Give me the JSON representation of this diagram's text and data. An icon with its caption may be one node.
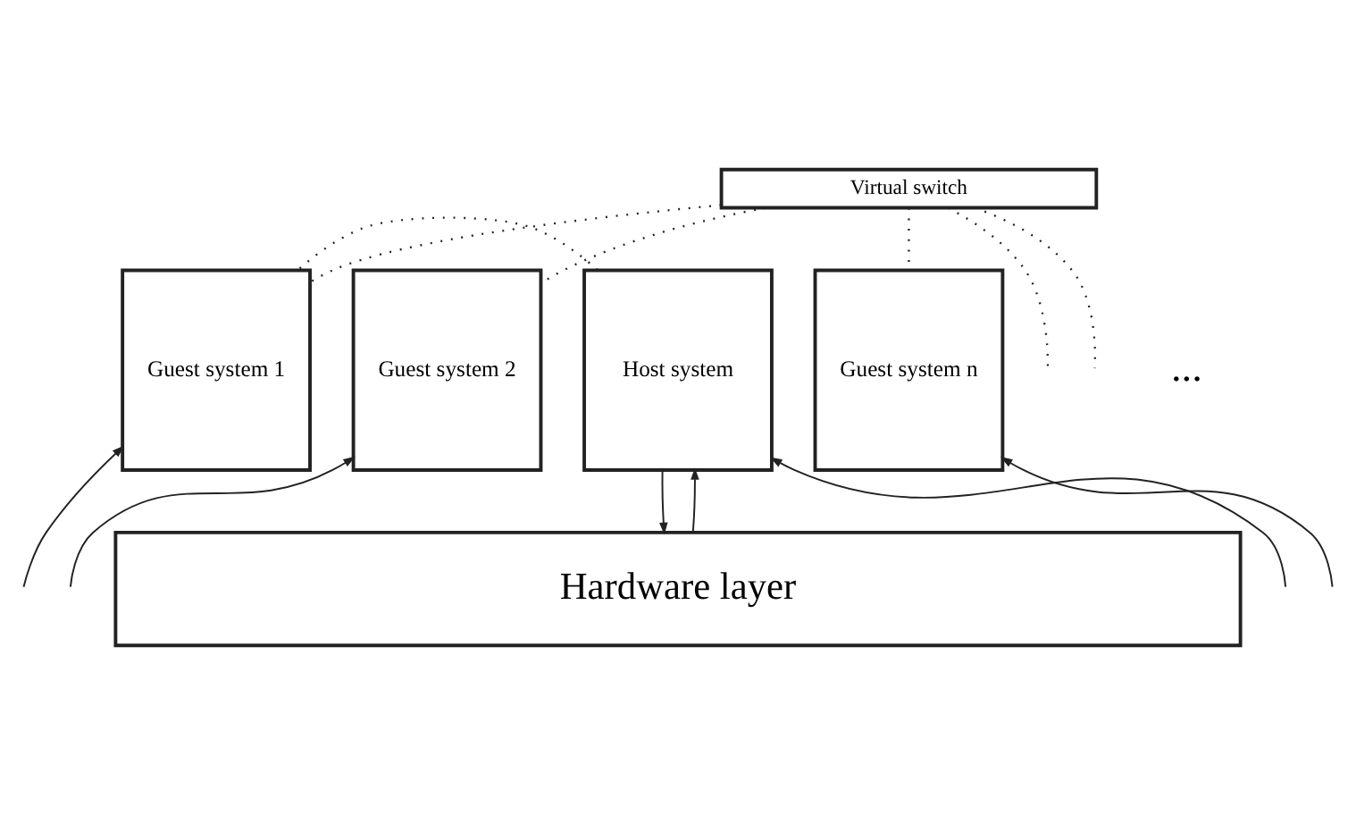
{
  "diagram": {
    "nodes": [
      {
        "text": [
          "Virtual switch"
        ]
      },
      {
        "text": [
          "Host system"
        ]
      },
      {
        "text": [
          "Guest system 1"
        ]
      },
      {
        "text": [
          "Guest system 2"
        ]
      },
      {
        "text": [
          "Guest system n"
        ]
      },
      {
        "text": [
          "Hardware layer"
        ]
      }
    ],
    "edges": [
      {
        "from": 1,
        "to": 2,
        "arrow": "none",
        "style": "dashed"
      },
      {
        "from": 2,
        "to": 0,
        "arrow": "none",
        "style": "dashed"
      },
      {
        "from": 3,
        "to": 0,
        "arrow": "none",
        "style": "dashed"
      },
      {
        "from": 0,
        "to": null,
        "arrow": "none",
        "style": "dashed"
      },
      {
        "from": 0,
        "to": null,
        "arrow": "none",
        "style": "dashed"
      },
      {
        "from": 4,
        "to": 0,
        "arrow": "none",
        "style": "dashed"
      },
      {
        "from": 1,
        "to": 5,
        "arrow": "to"
      },
      {
        "from": 5,
        "to": 1,
        "arrow": "to"
      },
      {
        "from": null,
        "to": 1,
        "arrow": "to"
      },
      {
        "from": null,
        "to": 2,
        "arrow": "to"
      },
      {
        "from": null,
        "to": 3,
        "arrow": "to"
      },
      {
        "from": null,
        "to": 4,
        "arrow": "to"
      }
    ],
    "labels": [
      "..."
    ]
  }
}
